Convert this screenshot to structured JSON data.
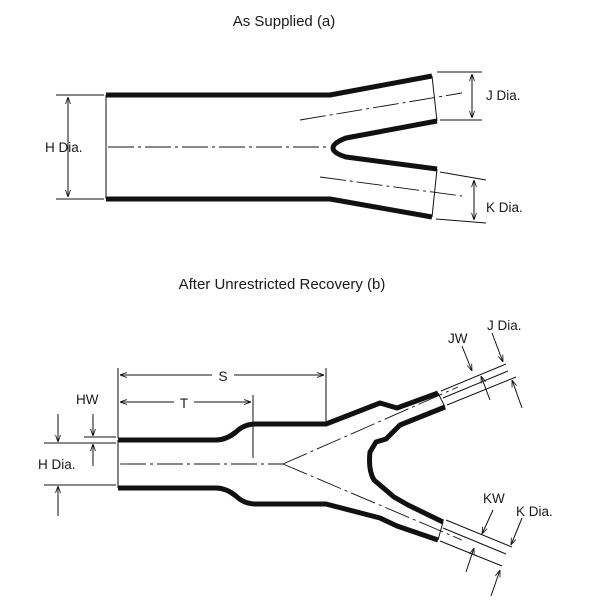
{
  "diagram": {
    "title_a": "As Supplied (a)",
    "title_b": "After Unrestricted Recovery (b)",
    "labels_a": {
      "h_dia": "H Dia.",
      "j_dia": "J Dia.",
      "k_dia": "K Dia."
    },
    "labels_b": {
      "hw": "HW",
      "t": "T",
      "s": "S",
      "h_dia": "H Dia.",
      "jw": "JW",
      "j_dia": "J Dia.",
      "kw": "KW",
      "k_dia": "K Dia."
    },
    "colors": {
      "line": "#111111",
      "background": "#ffffff"
    }
  }
}
